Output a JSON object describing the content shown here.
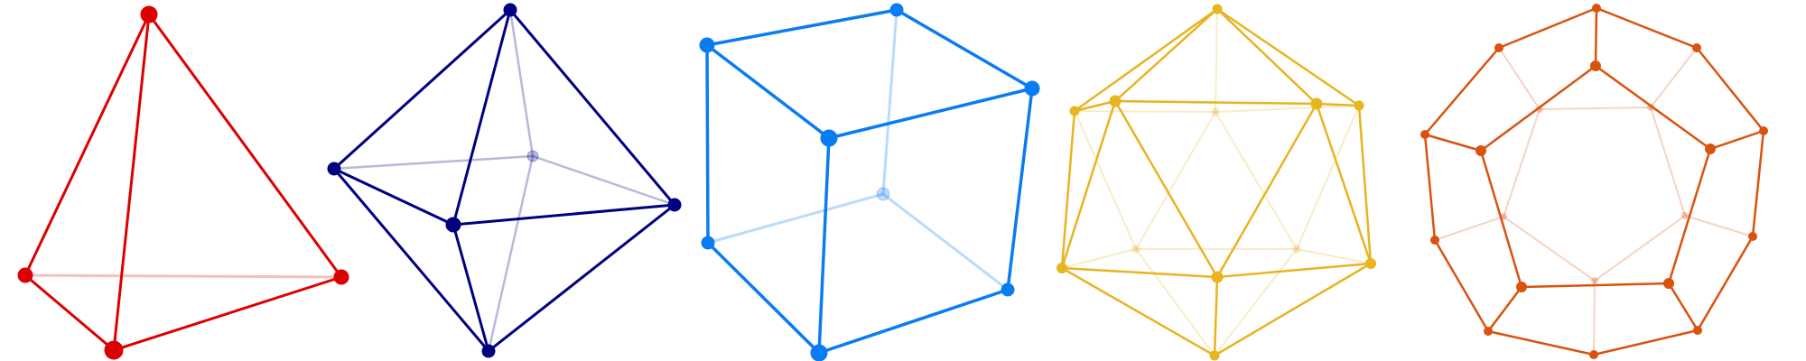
{
  "solids": [
    {
      "name": "tetrahedron",
      "color": "#dd0000",
      "vertices": [
        "v0",
        "v1",
        "v2",
        "v3"
      ],
      "edges": [
        {
          "a": 0,
          "b": 1,
          "hidden": false
        },
        {
          "a": 0,
          "b": 2,
          "hidden": false
        },
        {
          "a": 0,
          "b": 3,
          "hidden": false
        },
        {
          "a": 1,
          "b": 3,
          "hidden": false
        },
        {
          "a": 2,
          "b": 3,
          "hidden": false
        },
        {
          "a": 1,
          "b": 2,
          "hidden": true
        }
      ]
    },
    {
      "name": "octahedron",
      "color": "#000080",
      "edges_front": [
        [
          0,
          1
        ],
        [
          0,
          2
        ],
        [
          0,
          3
        ],
        [
          1,
          3
        ],
        [
          2,
          3
        ],
        [
          4,
          1
        ],
        [
          4,
          2
        ],
        [
          4,
          3
        ]
      ],
      "edges_back": [
        [
          0,
          5
        ],
        [
          4,
          5
        ],
        [
          1,
          5
        ],
        [
          2,
          5
        ]
      ]
    },
    {
      "name": "cube",
      "color": "#0a7cf2",
      "edges_front": [
        [
          0,
          1
        ],
        [
          1,
          2
        ],
        [
          2,
          3
        ],
        [
          3,
          0
        ],
        [
          0,
          4
        ],
        [
          1,
          5
        ],
        [
          2,
          6
        ],
        [
          4,
          5
        ],
        [
          5,
          6
        ]
      ],
      "edges_back": [
        [
          3,
          7
        ],
        [
          4,
          7
        ],
        [
          6,
          7
        ]
      ]
    },
    {
      "name": "icosahedron",
      "color": "#e8b420"
    },
    {
      "name": "dodecahedron",
      "color": "#d9530f"
    }
  ]
}
